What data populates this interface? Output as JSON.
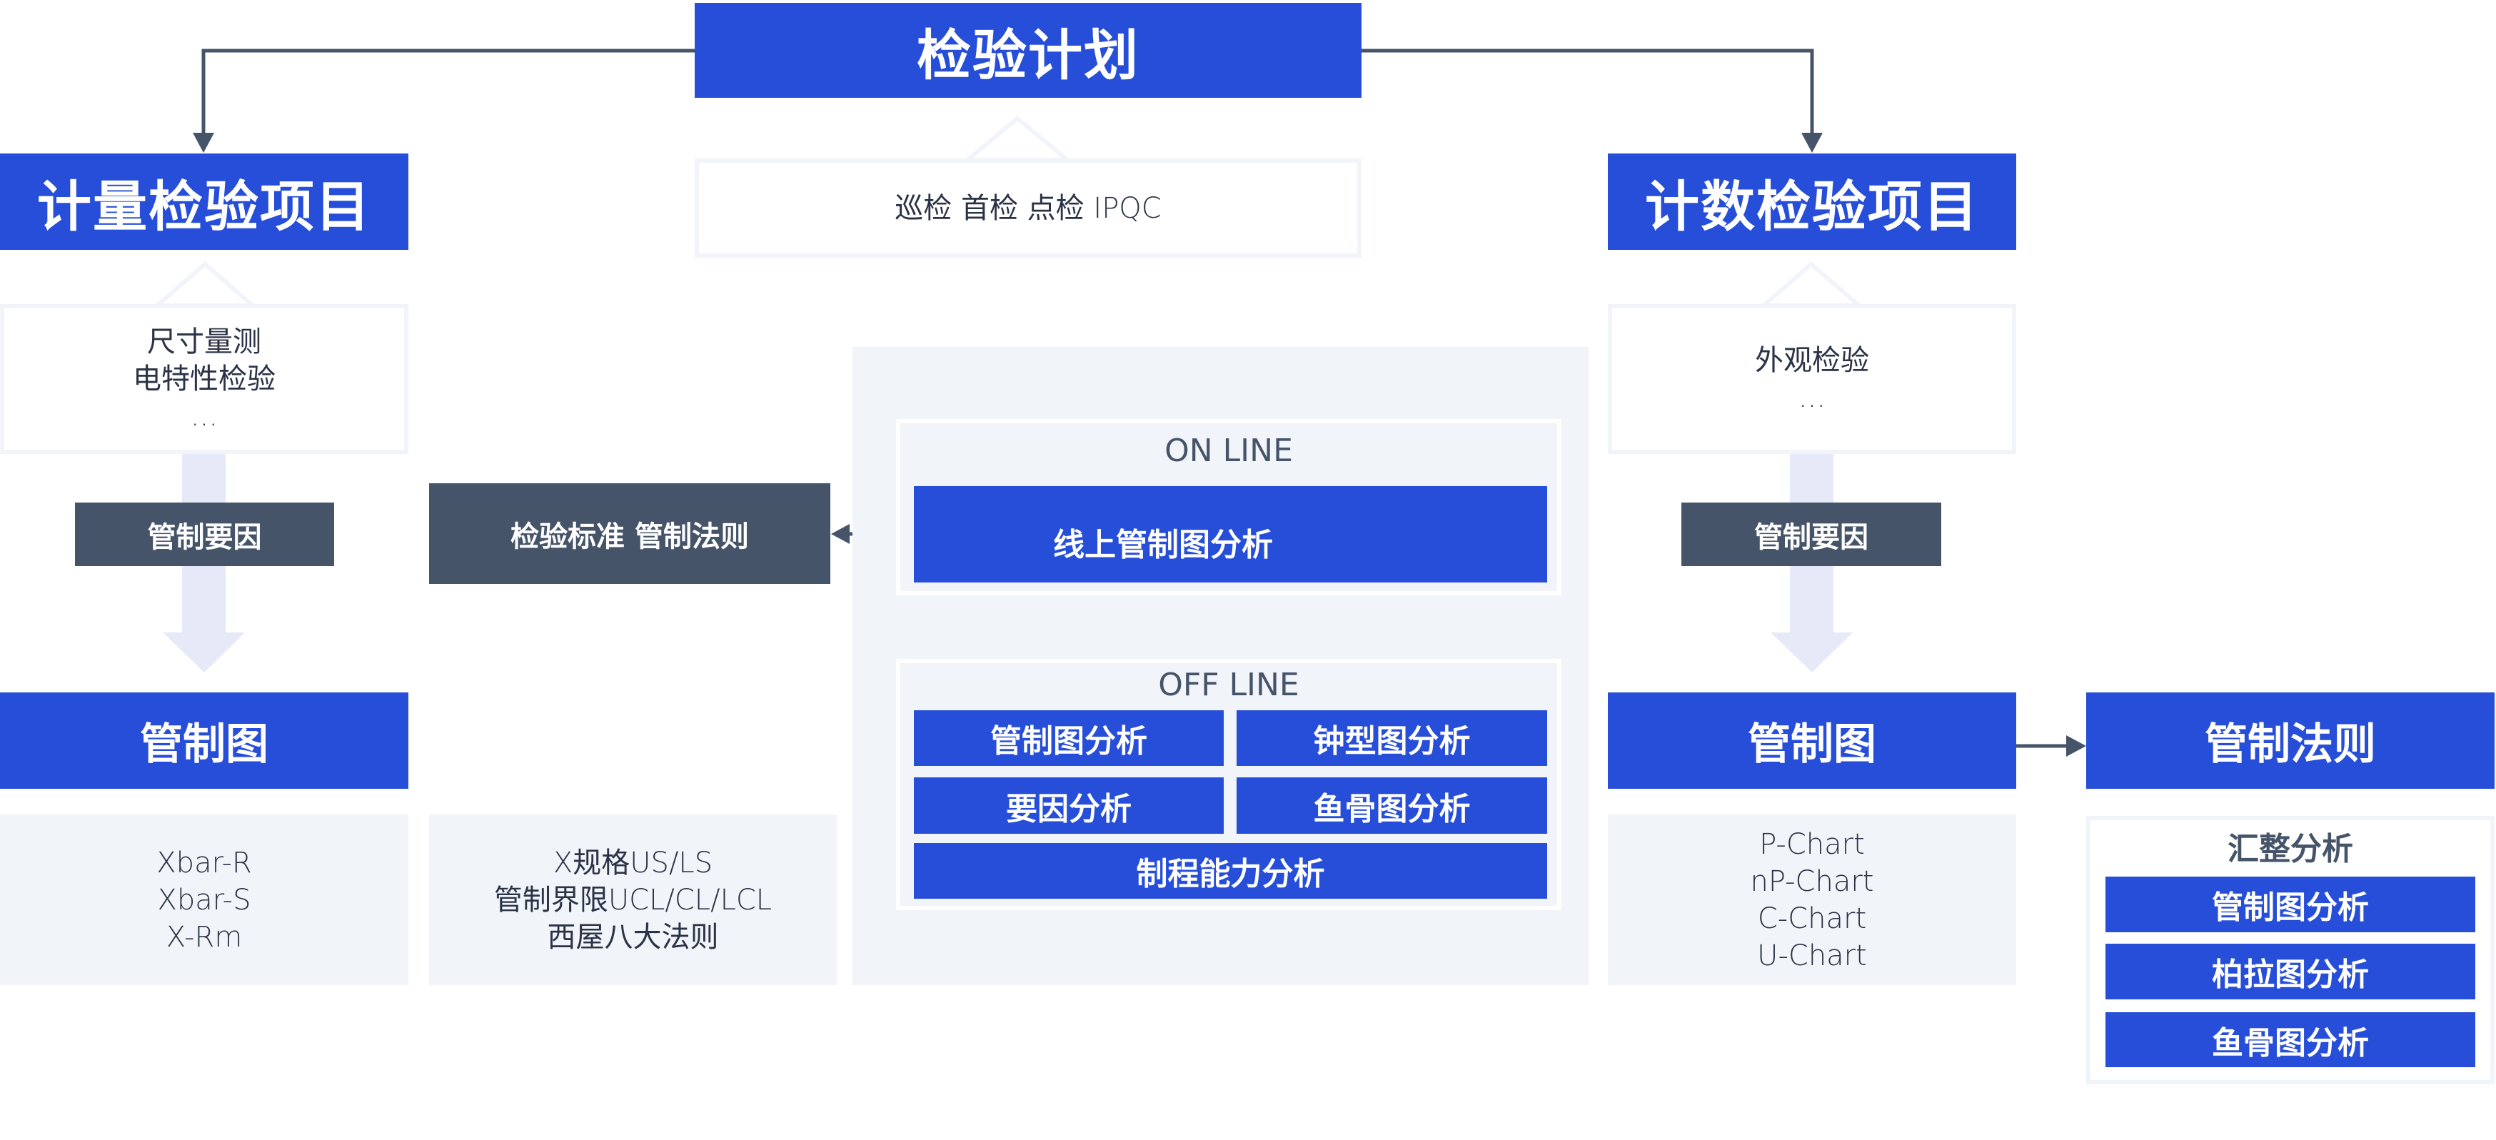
{
  "top": {
    "title": "检验计划",
    "note": "巡检 首检 点检 IPQC"
  },
  "left": {
    "title": "计量检验项目",
    "items": [
      "尺寸量测",
      "电特性检验",
      "..."
    ],
    "factor_label": "管制要因",
    "chart_title": "管制图",
    "chart_types": [
      "Xbar-R",
      "Xbar-S",
      "X-Rm"
    ]
  },
  "standards": {
    "title": "检验标准 管制法则",
    "items": [
      "X规格US/LS",
      "管制界限UCL/CL/LCL",
      "西屋八大法则"
    ]
  },
  "center": {
    "online": {
      "label": "ON LINE",
      "button": "线上管制图分析"
    },
    "offline": {
      "label": "OFF LINE",
      "buttons": [
        "管制图分析",
        "钟型图分析",
        "要因分析",
        "鱼骨图分析",
        "制程能力分析"
      ]
    }
  },
  "right": {
    "title": "计数检验项目",
    "items": [
      "外观检验",
      "..."
    ],
    "factor_label": "管制要因",
    "chart_title": "管制图",
    "chart_types": [
      "P-Chart",
      "nP-Chart",
      "C-Chart",
      "U-Chart"
    ]
  },
  "rules": {
    "title": "管制法则",
    "summary_label": "汇整分析",
    "buttons": [
      "管制图分析",
      "柏拉图分析",
      "鱼骨图分析"
    ]
  },
  "colors": {
    "primary": "#264ED8",
    "slate": "#46546A",
    "panel": "#F1F4F9",
    "flow_arrow": "#E6EAF8"
  }
}
